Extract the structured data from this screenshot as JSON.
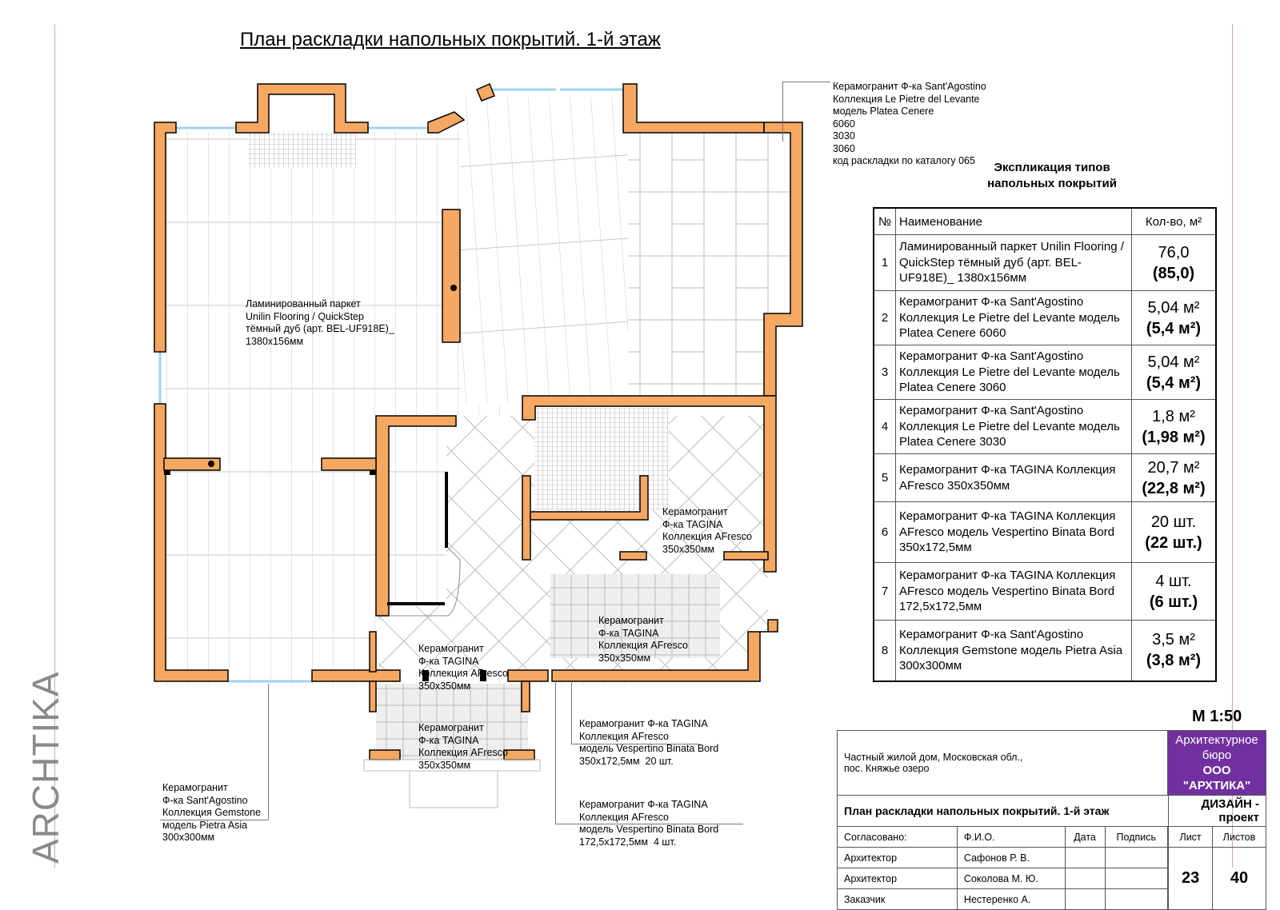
{
  "title": "План раскладки напольных покрытий. 1-й этаж",
  "brand": "ARCHTIKA",
  "callouts": {
    "top_right": [
      "Керамогранит Ф-ка Sant'Agostino",
      "Коллекция Le Pietre del Levante",
      "модель Platea Cenere",
      "6060",
      "3030",
      "3060",
      "код раскладки по каталогу 065"
    ],
    "laminate": [
      "Ламинированный паркет",
      "Unilin Flooring / QuickStep",
      "тёмный дуб (арт. BEL-UF918E)_",
      "1380x156мм"
    ],
    "tagina_right": [
      "Керамогранит",
      "Ф-ка TAGINA",
      "Коллекция AFresco",
      "350x350мм"
    ],
    "tagina_center": [
      "Керамогранит",
      "Ф-ка TAGINA",
      "Коллекция AFresco",
      "350x350мм"
    ],
    "tagina_stairs": [
      "Керамогранит",
      "Ф-ка TAGINA",
      "Коллекция AFresco",
      "350x350мм"
    ],
    "tagina_porch": [
      "Керамогранит",
      "Ф-ка TAGINA",
      "Коллекция AFresco",
      "350x350мм"
    ],
    "bord_20": [
      "Керамогранит Ф-ка TAGINA",
      "Коллекция AFresco",
      "модель Vespertino Binata Bord",
      "350x172,5мм  20 шт."
    ],
    "bord_4": [
      "Керамогранит Ф-ка TAGINA",
      "Коллекция AFresco",
      "модель Vespertino Binata Bord",
      "172,5x172,5мм  4 шт."
    ],
    "gemstone": [
      "Керамогранит",
      "Ф-ка Sant'Agostino",
      "Коллекция Gemstone",
      "модель Pietra Asia",
      "300x300мм"
    ]
  },
  "explication": {
    "title_lines": [
      "Экспликация типов",
      "напольных покрытий"
    ],
    "headers": {
      "num": "№",
      "name": "Наименование",
      "qty": "Кол-во, м²"
    },
    "rows": [
      {
        "num": "1",
        "name": "Ламинированный паркет Unilin Flooring / QuickStep тёмный дуб (арт. BEL-UF918E)_ 1380x156мм",
        "qty": "76,0",
        "qty_reserve": "(85,0)"
      },
      {
        "num": "2",
        "name": "Керамогранит Ф-ка Sant'Agostino Коллекция Le Pietre del Levante модель Platea Cenere 6060",
        "qty": "5,04 м²",
        "qty_reserve": "(5,4 м²)"
      },
      {
        "num": "3",
        "name": "Керамогранит Ф-ка Sant'Agostino Коллекция Le Pietre del Levante модель Platea Cenere 3060",
        "qty": "5,04 м²",
        "qty_reserve": "(5,4 м²)"
      },
      {
        "num": "4",
        "name": "Керамогранит Ф-ка Sant'Agostino Коллекция Le Pietre del Levante модель Platea Cenere 3030",
        "qty": "1,8 м²",
        "qty_reserve": "(1,98 м²)"
      },
      {
        "num": "5",
        "name": "Керамогранит Ф-ка TAGINA Коллекция AFresco 350x350мм",
        "qty": "20,7 м²",
        "qty_reserve": "(22,8 м²)"
      },
      {
        "num": "6",
        "name": "Керамогранит Ф-ка TAGINA Коллекция AFresco модель Vespertino Binata Bord 350x172,5мм",
        "qty": "20 шт.",
        "qty_reserve": "(22 шт.)"
      },
      {
        "num": "7",
        "name": "Керамогранит Ф-ка TAGINA Коллекция AFresco модель Vespertino Binata Bord 172,5x172,5мм",
        "qty": "4 шт.",
        "qty_reserve": "(6 шт.)"
      },
      {
        "num": "8",
        "name": "Керамогранит Ф-ка Sant'Agostino Коллекция Gemstone модель Pietra Asia 300x300мм",
        "qty": "3,5 м²",
        "qty_reserve": "(3,8 м²)"
      }
    ]
  },
  "scale": "М  1:50",
  "stamp": {
    "object": "Частный жилой дом, Московская обл.,\nпос. Княжье озеро",
    "bureau": [
      "Архитектурное бюро",
      "ООО \"АРХТИКА\""
    ],
    "sheet_title": "План раскладки напольных покрытий. 1-й этаж",
    "stage": "ДИЗАЙН - проект",
    "agreed": "Согласовано:",
    "fio": "Ф.И.О.",
    "date": "Дата",
    "sign": "Подпись",
    "sheet": "Лист",
    "sheets": "Листов",
    "people": [
      {
        "role": "Архитектор",
        "name": "Сафонов Р. В."
      },
      {
        "role": "Архитектор",
        "name": "Соколова М. Ю."
      },
      {
        "role": "Заказчик",
        "name": "Нестеренко А."
      }
    ],
    "sheet_no": "23",
    "sheets_total": "40"
  },
  "colors": {
    "wall": "#f5a862",
    "wall_stroke": "#000000",
    "window": "#9fd3f0",
    "accent": "#7030a0"
  }
}
